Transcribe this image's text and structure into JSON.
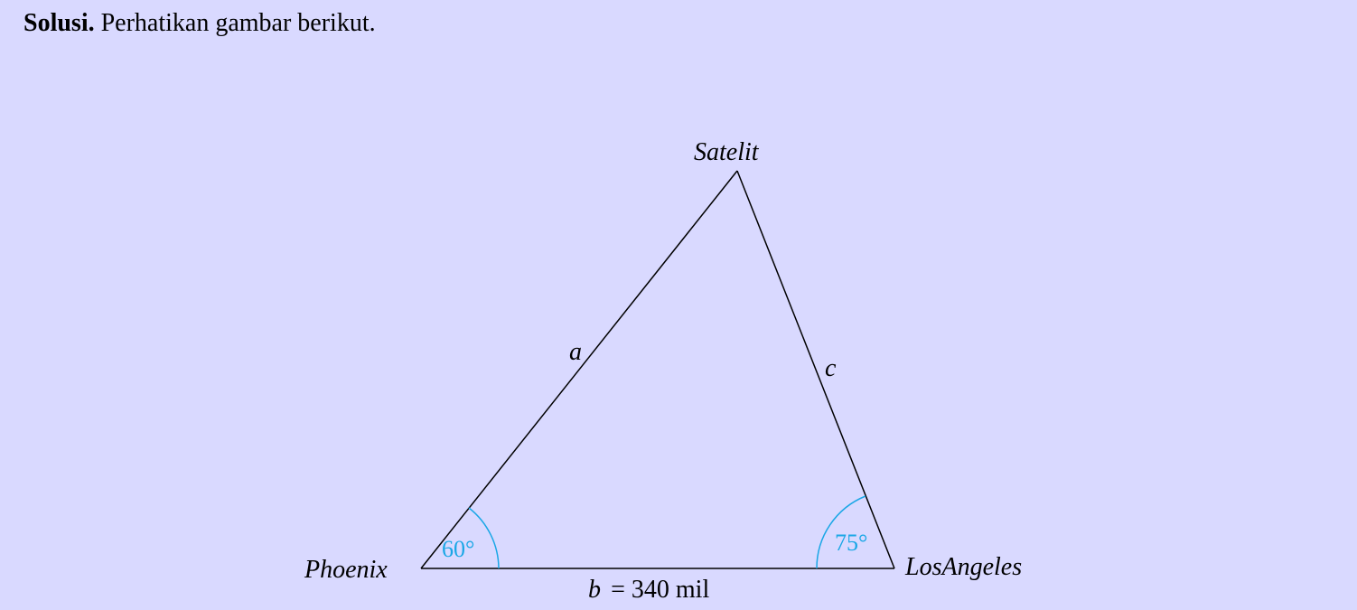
{
  "intro": {
    "lead": "Solusi.",
    "text": "Perhatikan gambar berikut."
  },
  "diagram": {
    "vertices": {
      "top": "Satelit",
      "left": "Phoenix",
      "right": "LosAngeles"
    },
    "sides": {
      "left": "a",
      "right": "c",
      "base_var": "b",
      "base_value": "= 340 mil"
    },
    "angles": {
      "left": "60°",
      "right": "75°"
    },
    "colors": {
      "lines": "#000000",
      "angle": "#1aa7e6",
      "background": "#d9d9ff"
    }
  }
}
